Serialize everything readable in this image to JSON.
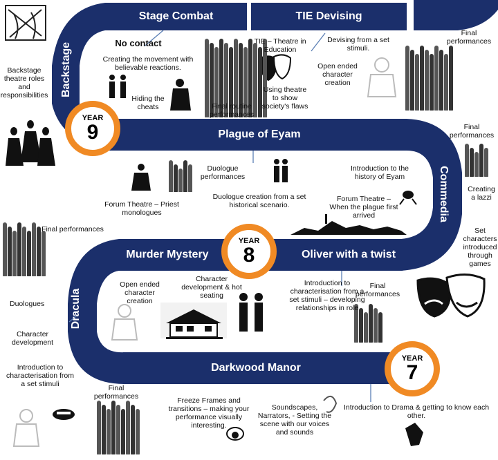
{
  "years": {
    "y9": {
      "label": "YEAR",
      "number": "9"
    },
    "y8": {
      "label": "YEAR",
      "number": "8"
    },
    "y7": {
      "label": "YEAR",
      "number": "7"
    }
  },
  "units": {
    "stage_combat": "Stage Combat",
    "tie_devising": "TIE Devising",
    "backstage": "Backstage",
    "plague": "Plague of Eyam",
    "commedia": "Commedia",
    "murder": "Murder Mystery",
    "oliver": "Oliver with a twist",
    "dracula": "Dracula",
    "darkwood": "Darkwood Manor"
  },
  "notes": {
    "no_contact": "No contact",
    "creating_movement": "Creating the movement with believable reactions.",
    "hiding_cheats": "Hiding the cheats",
    "final_routine": "Final routine performances",
    "tie_theatre": "TIE – Theatre in Education",
    "devising_stimuli": "Devising from a set stimuli.",
    "open_ended_top": "Open ended character creation",
    "using_theatre": "Using theatre to show society's flaws",
    "final_perf_top": "Final performances",
    "backstage_roles": "Backstage theatre roles and responsibilities",
    "final_perf_commedia": "Final performances",
    "duologue_perf": "Duologue performances",
    "intro_eyam": "Introduction to the history of Eyam",
    "creating_lazzi": "Creating a lazzi",
    "forum_priest": "Forum Theatre – Priest monologues",
    "duologue_creation": "Duologue creation from a set historical scenario.",
    "forum_plague": "Forum Theatre – When the plague first arrived",
    "set_characters": "Set characters introduced through games",
    "final_perf_dracula": "Final performances",
    "open_ended_mid": "Open ended character creation",
    "char_dev_hot": "Character development & hot seating",
    "intro_char_oliver": "Introduction to characterisation from a set stimuli – developing relationships in role",
    "final_perf_oliver": "Final performances",
    "duologues": "Duologues",
    "char_development": "Character development",
    "intro_char_dracula": "Introduction to characterisation from a set stimuli",
    "final_perf_bottom": "Final performances",
    "freeze_frames": "Freeze Frames and transitions – making your performance visually interesting.",
    "soundscapes": "Soundscapes, Narrators, - Setting the scene with our voices and sounds",
    "intro_drama": "Introduction to Drama & getting to know each other."
  },
  "colors": {
    "road": "#1b2f6b",
    "badge_ring": "#f08a24",
    "arrow": "#5b7fb5"
  }
}
